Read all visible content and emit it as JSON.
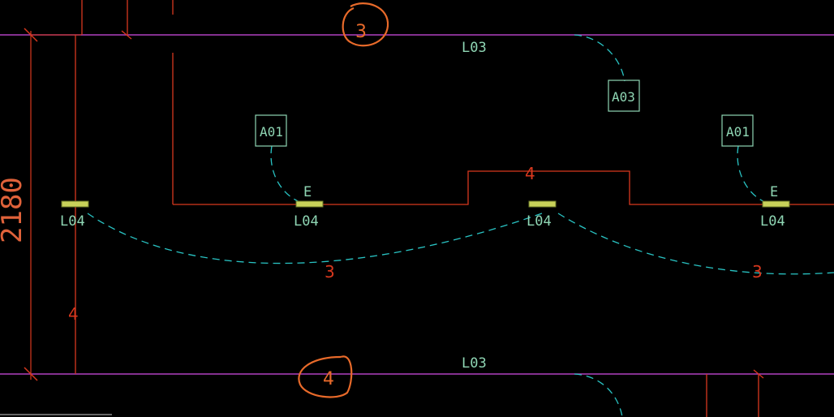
{
  "drawing": {
    "beam_top_label": "L03",
    "beam_bottom_label": "L03",
    "dimension_value": "2180",
    "column_tags": [
      "A01",
      "A03",
      "A01"
    ],
    "column_markers": [
      "E",
      "E"
    ],
    "joist_labels": [
      "L04",
      "L04",
      "L04",
      "L04"
    ],
    "red_numbers": [
      "4",
      "3",
      "3",
      "4"
    ],
    "circled_numbers": [
      "3",
      "4"
    ],
    "colors": {
      "background": "#000000",
      "beam_line": "#b040c0",
      "wall_line": "#d8381e",
      "dashed_curve": "#29c4c4",
      "label_green": "#8fd6b4",
      "circle_mark": "#e86a2a",
      "pad_fill": "#c8d25a"
    }
  }
}
